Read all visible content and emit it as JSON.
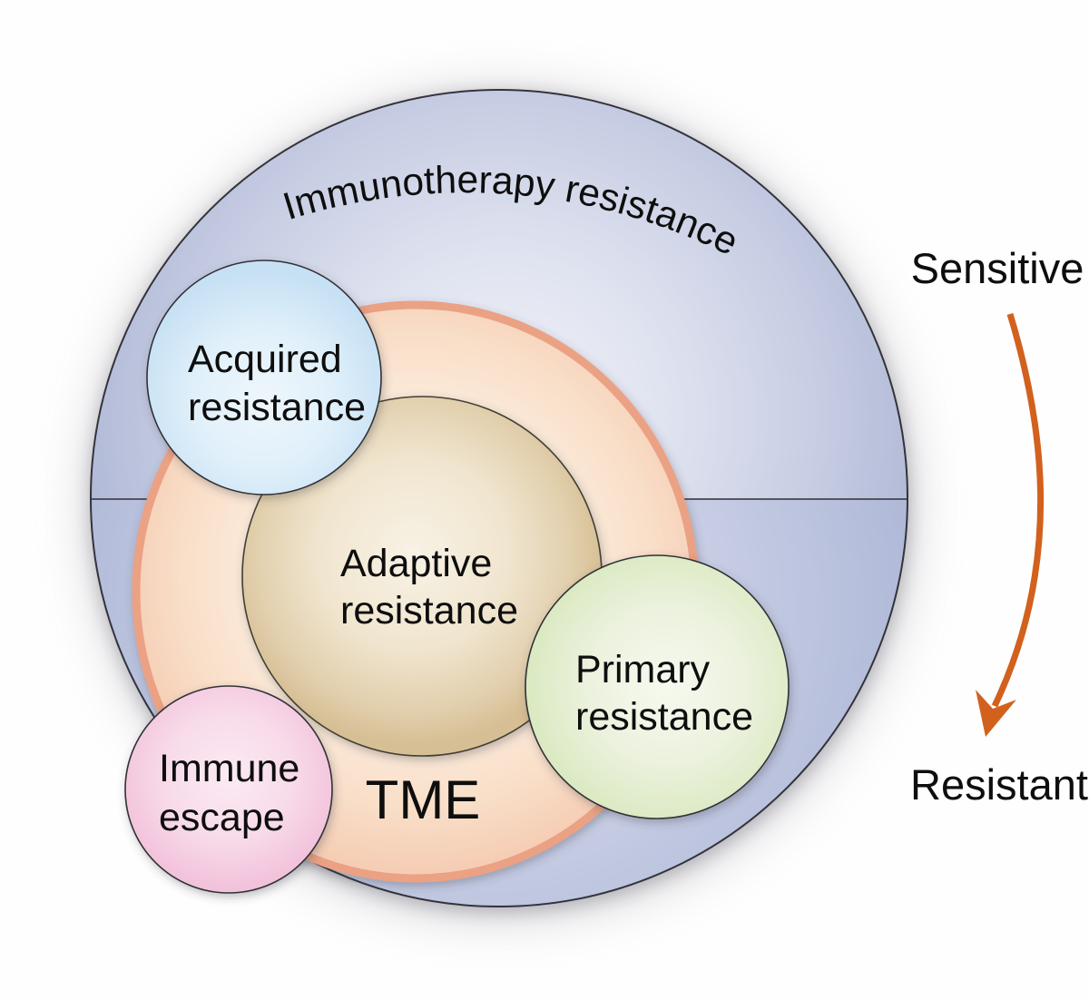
{
  "figure": {
    "outer_circle_label": "Immunotherapy resistance",
    "tme_label": "TME",
    "adaptive": {
      "line1": "Adaptive",
      "line2": "resistance"
    },
    "acquired": {
      "line1": "Acquired",
      "line2": "resistance"
    },
    "primary": {
      "line1": "Primary",
      "line2": "resistance"
    },
    "immune": {
      "line1": "Immune",
      "line2": "escape"
    }
  },
  "gradient_axis": {
    "top": "Sensitive",
    "bottom": "Resistant"
  },
  "colors": {
    "outer_circle_lavender": "#C4CBE3",
    "tme_ring_border": "#EBA184",
    "tme_ring_fill": "#F9E8D8",
    "adaptive_fill": "#EFE3CC",
    "acquired_fill": "#DCEDF9",
    "primary_fill": "#EAF1DB",
    "immune_fill": "#F8DCEB",
    "arrow": "#D2611E",
    "text": "#0E0E0E"
  }
}
